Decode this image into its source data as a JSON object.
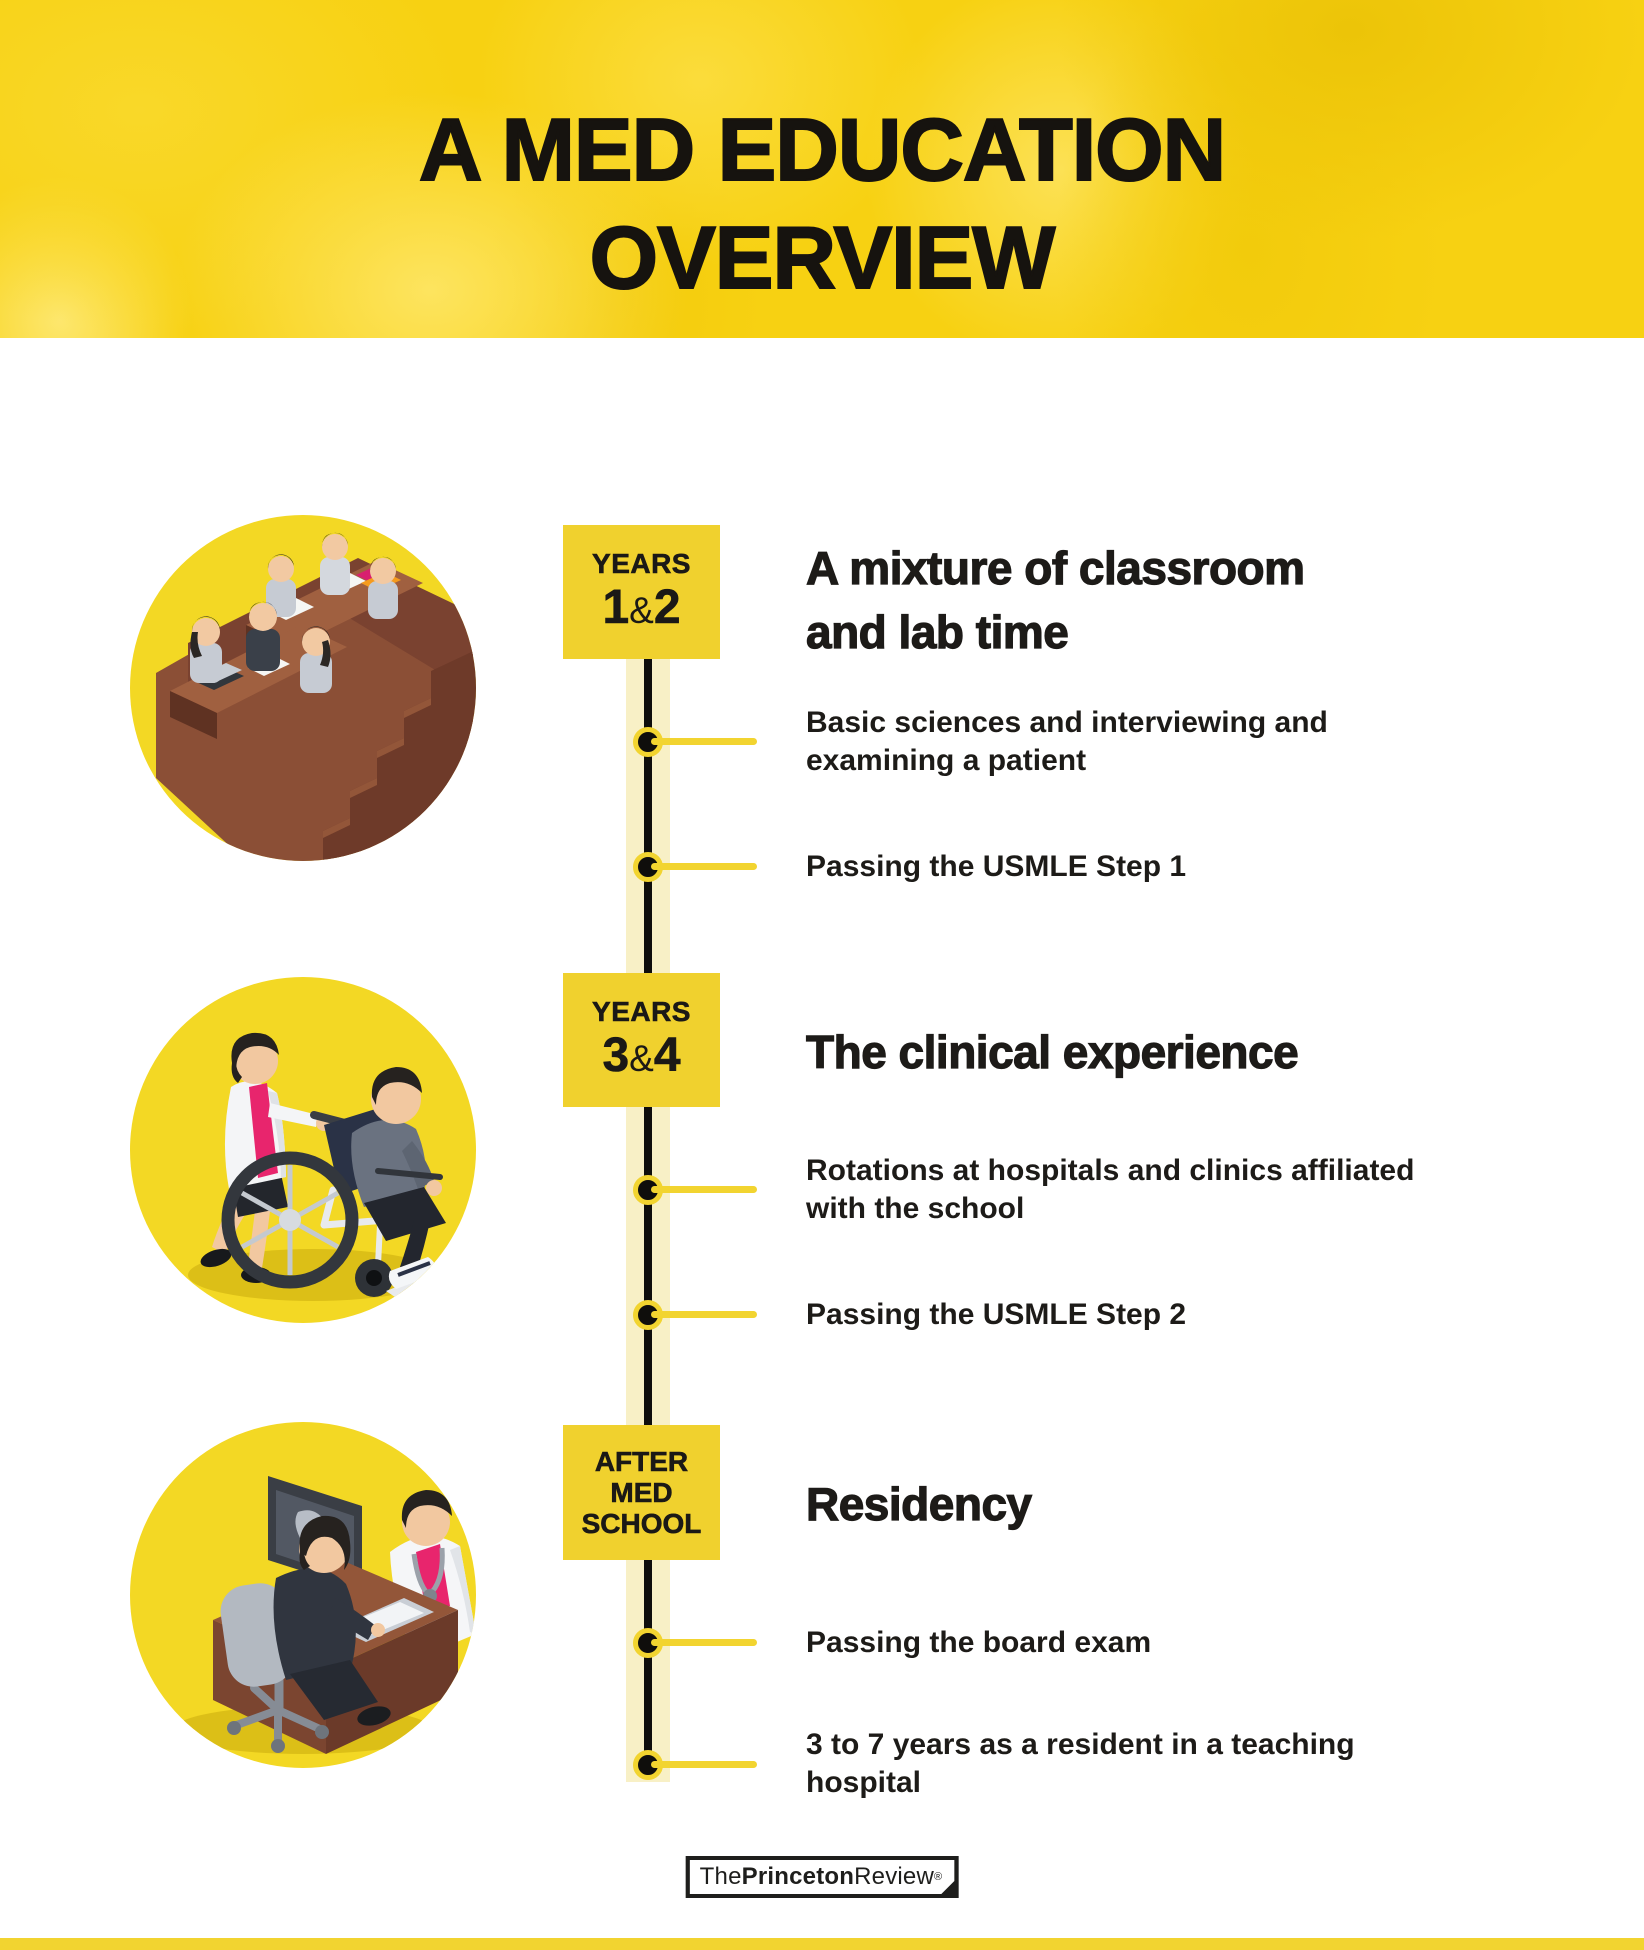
{
  "header": {
    "title_line1": "A MED EDUCATION",
    "title_line2": "OVERVIEW"
  },
  "sections": [
    {
      "badge": {
        "top": "YEARS",
        "n1": "1",
        "amp": "&",
        "n2": "2"
      },
      "heading_lines": [
        "A mixture of classroom",
        "and lab time"
      ],
      "bullets": [
        {
          "lines": [
            "Basic sciences and interviewing and",
            "examining a patient"
          ]
        },
        {
          "lines": [
            "Passing the USMLE Step 1",
            ""
          ]
        }
      ],
      "illustration": "lecture-hall-students"
    },
    {
      "badge": {
        "top": "YEARS",
        "n1": "3",
        "amp": "&",
        "n2": "4"
      },
      "heading_lines": [
        "The clinical experience",
        ""
      ],
      "bullets": [
        {
          "lines": [
            "Rotations at hospitals and clinics affiliated",
            "with the school"
          ]
        },
        {
          "lines": [
            "Passing the USMLE Step 2",
            ""
          ]
        }
      ],
      "illustration": "doctor-pushing-patient-wheelchair"
    },
    {
      "badge_lines": [
        "AFTER",
        "MED",
        "SCHOOL"
      ],
      "heading_lines": [
        "Residency",
        ""
      ],
      "bullets": [
        {
          "lines": [
            "Passing the board exam",
            ""
          ]
        },
        {
          "lines": [
            "3 to 7 years as a resident in a teaching",
            "hospital"
          ]
        }
      ],
      "illustration": "doctor-patient-consultation-desk"
    }
  ],
  "logo": {
    "the": "The",
    "princeton": "Princeton",
    "review": "Review",
    "reg": "®"
  },
  "colors": {
    "header_yellow": "#F7D112",
    "badge_yellow": "#F0D12E",
    "accent_yellow": "#F2D430",
    "halo_yellow": "#F8F0C6",
    "circle_yellow": "#F3D824",
    "text_black": "#1D1B18"
  }
}
